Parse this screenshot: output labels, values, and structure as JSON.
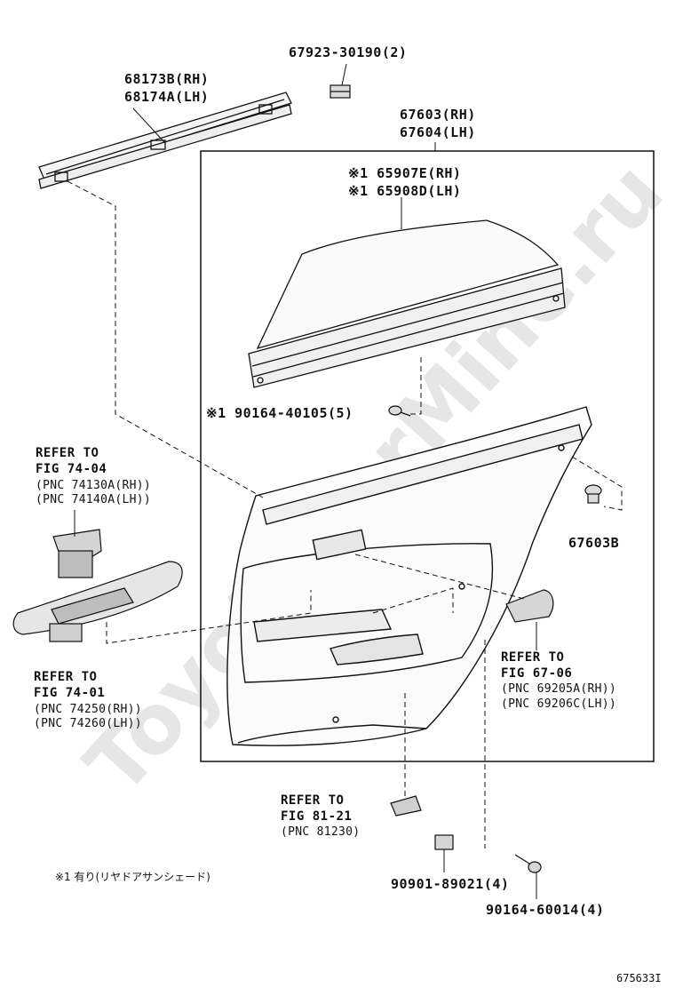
{
  "watermark": "ToyotaCarMine.ru",
  "labels": {
    "p68173": "68173B(RH)",
    "p68174": "68174A(LH)",
    "p67923": "67923-30190(2)",
    "p67603": "67603(RH)",
    "p67604": "67604(LH)",
    "p65907": "※1 65907E(RH)",
    "p65908": "※1 65908D(LH)",
    "p90164a": "※1 90164-40105(5)",
    "p67603b": "67603B",
    "p90901": "90901-89021(4)",
    "p90164b": "90164-60014(4)"
  },
  "refs": {
    "r7404": {
      "refer": "REFER TO",
      "fig": "FIG 74-04",
      "pnc1": "(PNC 74130A(RH))",
      "pnc2": "(PNC 74140A(LH))"
    },
    "r7401": {
      "refer": "REFER TO",
      "fig": "FIG 74-01",
      "pnc1": "(PNC 74250(RH))",
      "pnc2": "(PNC 74260(LH))"
    },
    "r6706": {
      "refer": "REFER TO",
      "fig": "FIG 67-06",
      "pnc1": "(PNC 69205A(RH))",
      "pnc2": "(PNC 69206C(LH))"
    },
    "r8121": {
      "refer": "REFER TO",
      "fig": "FIG 81-21",
      "pnc1": "(PNC 81230)"
    }
  },
  "note": "※1 有り(リヤドアサンシェード)",
  "figure_number": "675633I"
}
